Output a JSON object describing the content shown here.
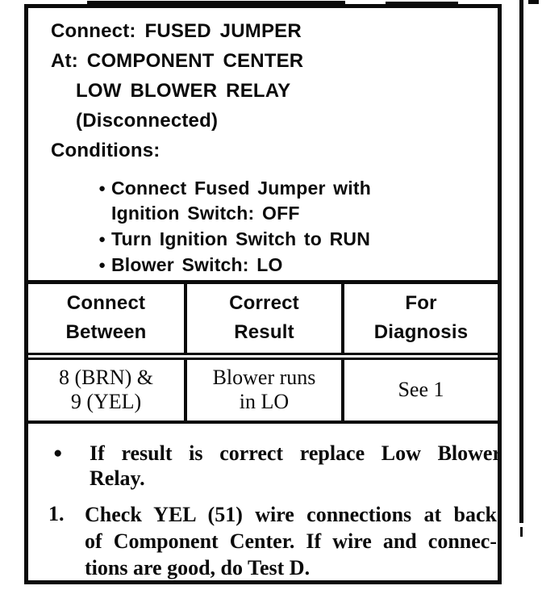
{
  "procedure": {
    "bullet_char": "●",
    "connect_line": "Connect: FUSED JUMPER",
    "at_line": "At: COMPONENT CENTER",
    "location_line": "LOW BLOWER RELAY",
    "state_line": "(Disconnected)",
    "conditions_label": "Conditions:",
    "conditions": [
      {
        "lines": [
          "Connect Fused Jumper with",
          "Ignition Switch: OFF"
        ]
      },
      {
        "lines": [
          "Turn Ignition Switch to RUN"
        ]
      },
      {
        "lines": [
          "Blower Switch: LO"
        ]
      }
    ]
  },
  "table": {
    "headers": [
      {
        "line1": "Connect",
        "line2": "Between"
      },
      {
        "line1": "Correct",
        "line2": "Result"
      },
      {
        "line1": "For",
        "line2": "Diagnosis"
      }
    ],
    "row": {
      "connect_between": {
        "line1": "8 (BRN) &",
        "line2": "9 (YEL)"
      },
      "correct_result": {
        "line1": "Blower runs",
        "line2": "in LO"
      },
      "for_diagnosis": "See 1"
    }
  },
  "notes": {
    "bullet_note": {
      "marker": "●",
      "lines": [
        "If result is correct replace Low Blower",
        "Relay."
      ]
    },
    "numbered_note": {
      "marker": "1.",
      "lines": [
        "Check YEL (51) wire connections at back",
        "of Component Center. If wire and connec-",
        "tions are good, do Test D."
      ]
    }
  },
  "colors": {
    "ink": "#0b0b0b",
    "paper": "#ffffff"
  }
}
